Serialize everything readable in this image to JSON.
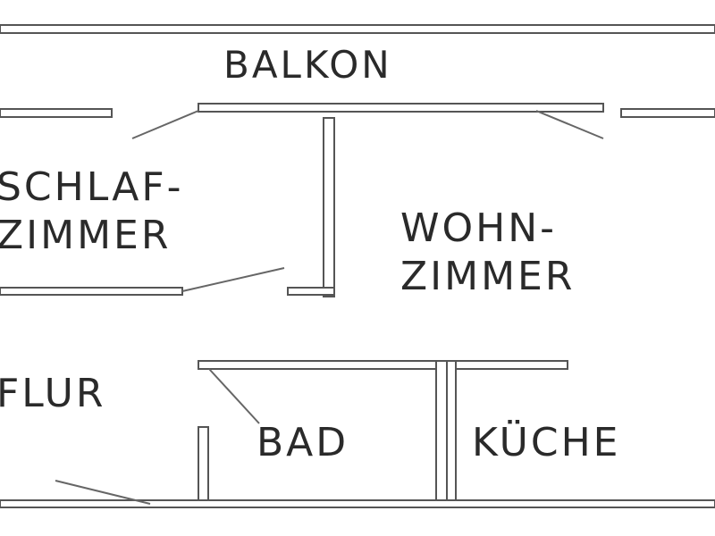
{
  "plan": {
    "rooms": {
      "balkon": {
        "label": "BALKON"
      },
      "schlafzimmer": {
        "line1": "SCHLAF-",
        "line2": "ZIMMER"
      },
      "wohnzimmer": {
        "line1": "WOHN-",
        "line2": "ZIMMER"
      },
      "flur": {
        "label": "FLUR"
      },
      "bad": {
        "label": "BAD"
      },
      "kueche": {
        "label": "KÜCHE"
      }
    },
    "colors": {
      "wall_stroke": "#555555",
      "wall_fill": "#ffffff",
      "text": "#2a2a2a",
      "background": "#ffffff"
    }
  }
}
